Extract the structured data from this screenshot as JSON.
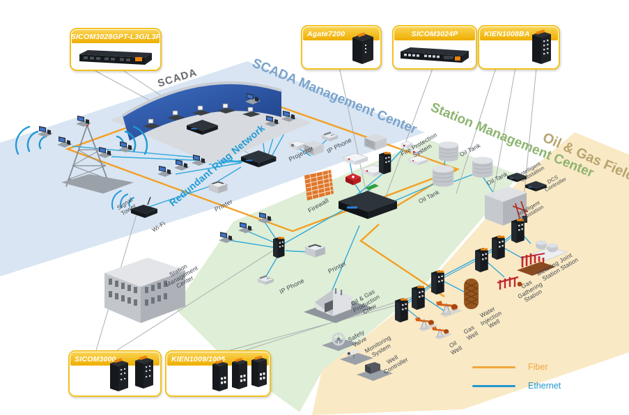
{
  "zones": {
    "scada": "SCADA Management Center",
    "station": "Station Management Center",
    "field": "Oil & Gas Field"
  },
  "products": {
    "p1": "SICOM3028GPT-L3G/L3F",
    "p2": "Agate7200",
    "p3": "SICOM3024P",
    "p4": "KIEN1008BA",
    "p5": "SICOM3000",
    "p6": "KIEN1009/1005"
  },
  "labels": {
    "scada_room": "SCADA",
    "ring": "Redundant Ring Network",
    "signal_tower": "Signal\nTower",
    "wifi": "Wi-Fi",
    "printer_1": "Printer",
    "projector": "Projector",
    "ip_phone_1": "IP Phone",
    "firewall": "Firewall",
    "fire_protection": "Fire Protection\nSystem",
    "oil_tank_1": "Oil Tank",
    "oil_tank_2": "Oil Tank",
    "oil_tank_3": "Oil Tank",
    "station_building": "Station\nManagement\nCenter",
    "ip_phone_2": "IP Phone",
    "printer_2": "Printer",
    "production_crew": "Oil & Gas\nProduction\nCrew",
    "safety_valve": "Safety\nValve",
    "monitoring_system": "Monitoring\nSystem",
    "well_controller": "Well\nController",
    "intelligent_substation_1": "Intelligent\nSubstation",
    "dcs_controller": "DCS\nController",
    "intelligent_substation_2": "Intelligent\nSubstation",
    "joint_station": "Joint\nStation",
    "metering_station": "Metering\nStation",
    "gas_gathering": "Gas\nGathering\nStation",
    "water_injection": "Water\nInjection\nWell",
    "gas_well": "Gas\nWell",
    "oil_well": "Oil\nWell"
  },
  "legend": {
    "fiber": "Fiber",
    "ethernet": "Ethernet"
  },
  "colors": {
    "fiber": "#F2A024",
    "ethernet": "#2FA8DC",
    "zone_scada": "#D9E5F2",
    "zone_station": "#DFEED6",
    "zone_field": "#F9E9C5",
    "callout_yellow": "#F2C21F",
    "title_scada": "#79A3CB",
    "title_station": "#8DB470",
    "title_field": "#B8A470"
  }
}
